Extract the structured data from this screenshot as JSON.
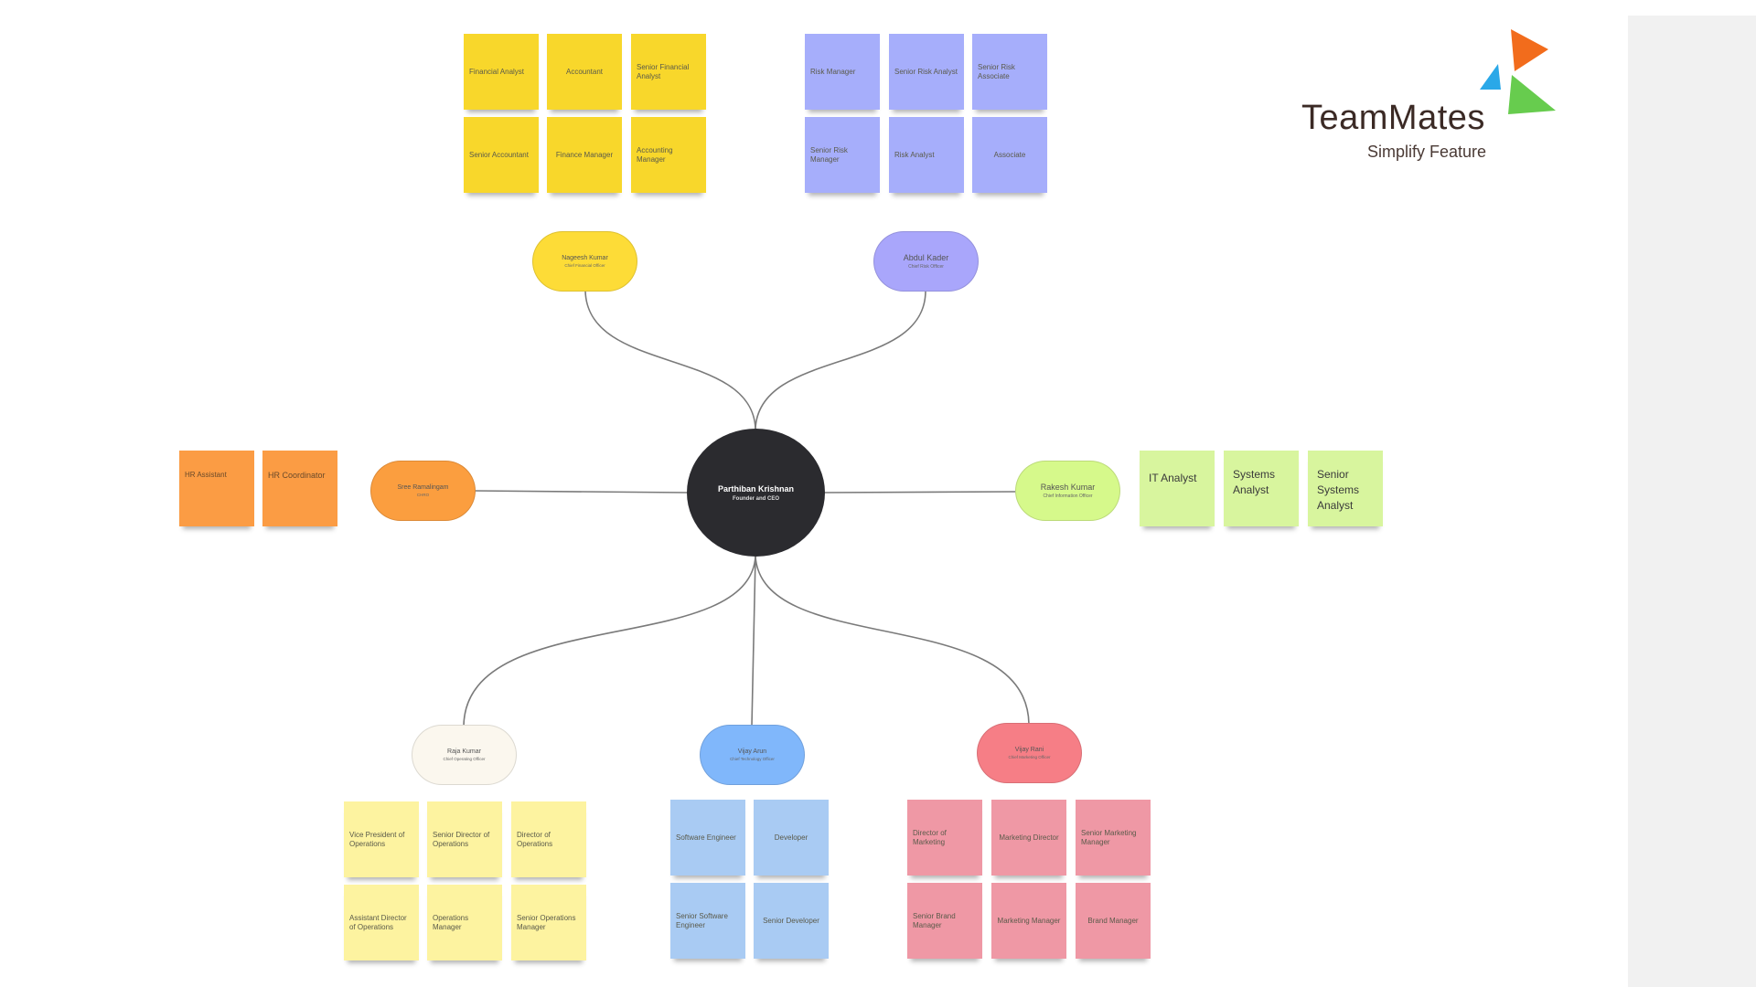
{
  "ceo": {
    "name": "Parthiban Krishnan",
    "role": "Founder and CEO"
  },
  "logo": {
    "title": "TeamMates",
    "subtitle": "Simplify Feature",
    "colors": [
      "#f26c1c",
      "#2aa8e8",
      "#67cc4e"
    ]
  },
  "departments": {
    "finance": {
      "color": "#fddc37",
      "lead_name": "Nageesh Kumar",
      "lead_role": "Chief Financial Officer",
      "stickies": [
        "Financial Analyst",
        "Accountant",
        "Senior Financial Analyst",
        "Senior Accountant",
        "Finance Manager",
        "Accounting Manager"
      ]
    },
    "risk": {
      "color": "#a9a6fb",
      "lead_name": "Abdul Kader",
      "lead_role": "Chief Risk Officer",
      "stickies": [
        "Risk Manager",
        "Senior Risk Analyst",
        "Senior Risk Associate",
        "Senior Risk Manager",
        "Risk Analyst",
        "Associate"
      ]
    },
    "hr": {
      "color": "#fb9e3f",
      "lead_name": "Sree Ramalingam",
      "lead_role": "CHRO",
      "stickies": [
        "HR Assistant",
        "HR Coordinator"
      ]
    },
    "it": {
      "color": "#d6f98b",
      "lead_name": "Rakesh Kumar",
      "lead_role": "Chief Information Officer",
      "stickies": [
        "IT Analyst",
        "Systems Analyst",
        "Senior Systems Analyst"
      ]
    },
    "operations": {
      "color": "#fbf7ee",
      "lead_name": "Raja Kumar",
      "lead_role": "Chief Operating Officer",
      "stickies": [
        "Vice President of Operations",
        "Senior Director of Operations",
        "Director of Operations",
        "Assistant Director of Operations",
        "Operations Manager",
        "Senior Operations Manager"
      ]
    },
    "technology": {
      "color": "#80b7fb",
      "lead_name": "Vijay Arun",
      "lead_role": "Chief Technology Officer",
      "stickies": [
        "Software Engineer",
        "Developer",
        "Senior Software Engineer",
        "Senior Developer"
      ]
    },
    "marketing": {
      "color": "#f67e86",
      "lead_name": "Vijay Rani",
      "lead_role": "Chief Marketing Officer",
      "stickies": [
        "Director of Marketing",
        "Marketing Director",
        "Senior Marketing Manager",
        "Senior Brand Manager",
        "Marketing Manager",
        "Brand Manager"
      ]
    }
  },
  "sticky_colors": {
    "finance": "#f8d72b",
    "risk": "#a6aefb",
    "hr": "#fb9c44",
    "it": "#d8f59e",
    "operations": "#fdf3a0",
    "technology": "#a9cbf3",
    "marketing": "#ef98a5"
  }
}
